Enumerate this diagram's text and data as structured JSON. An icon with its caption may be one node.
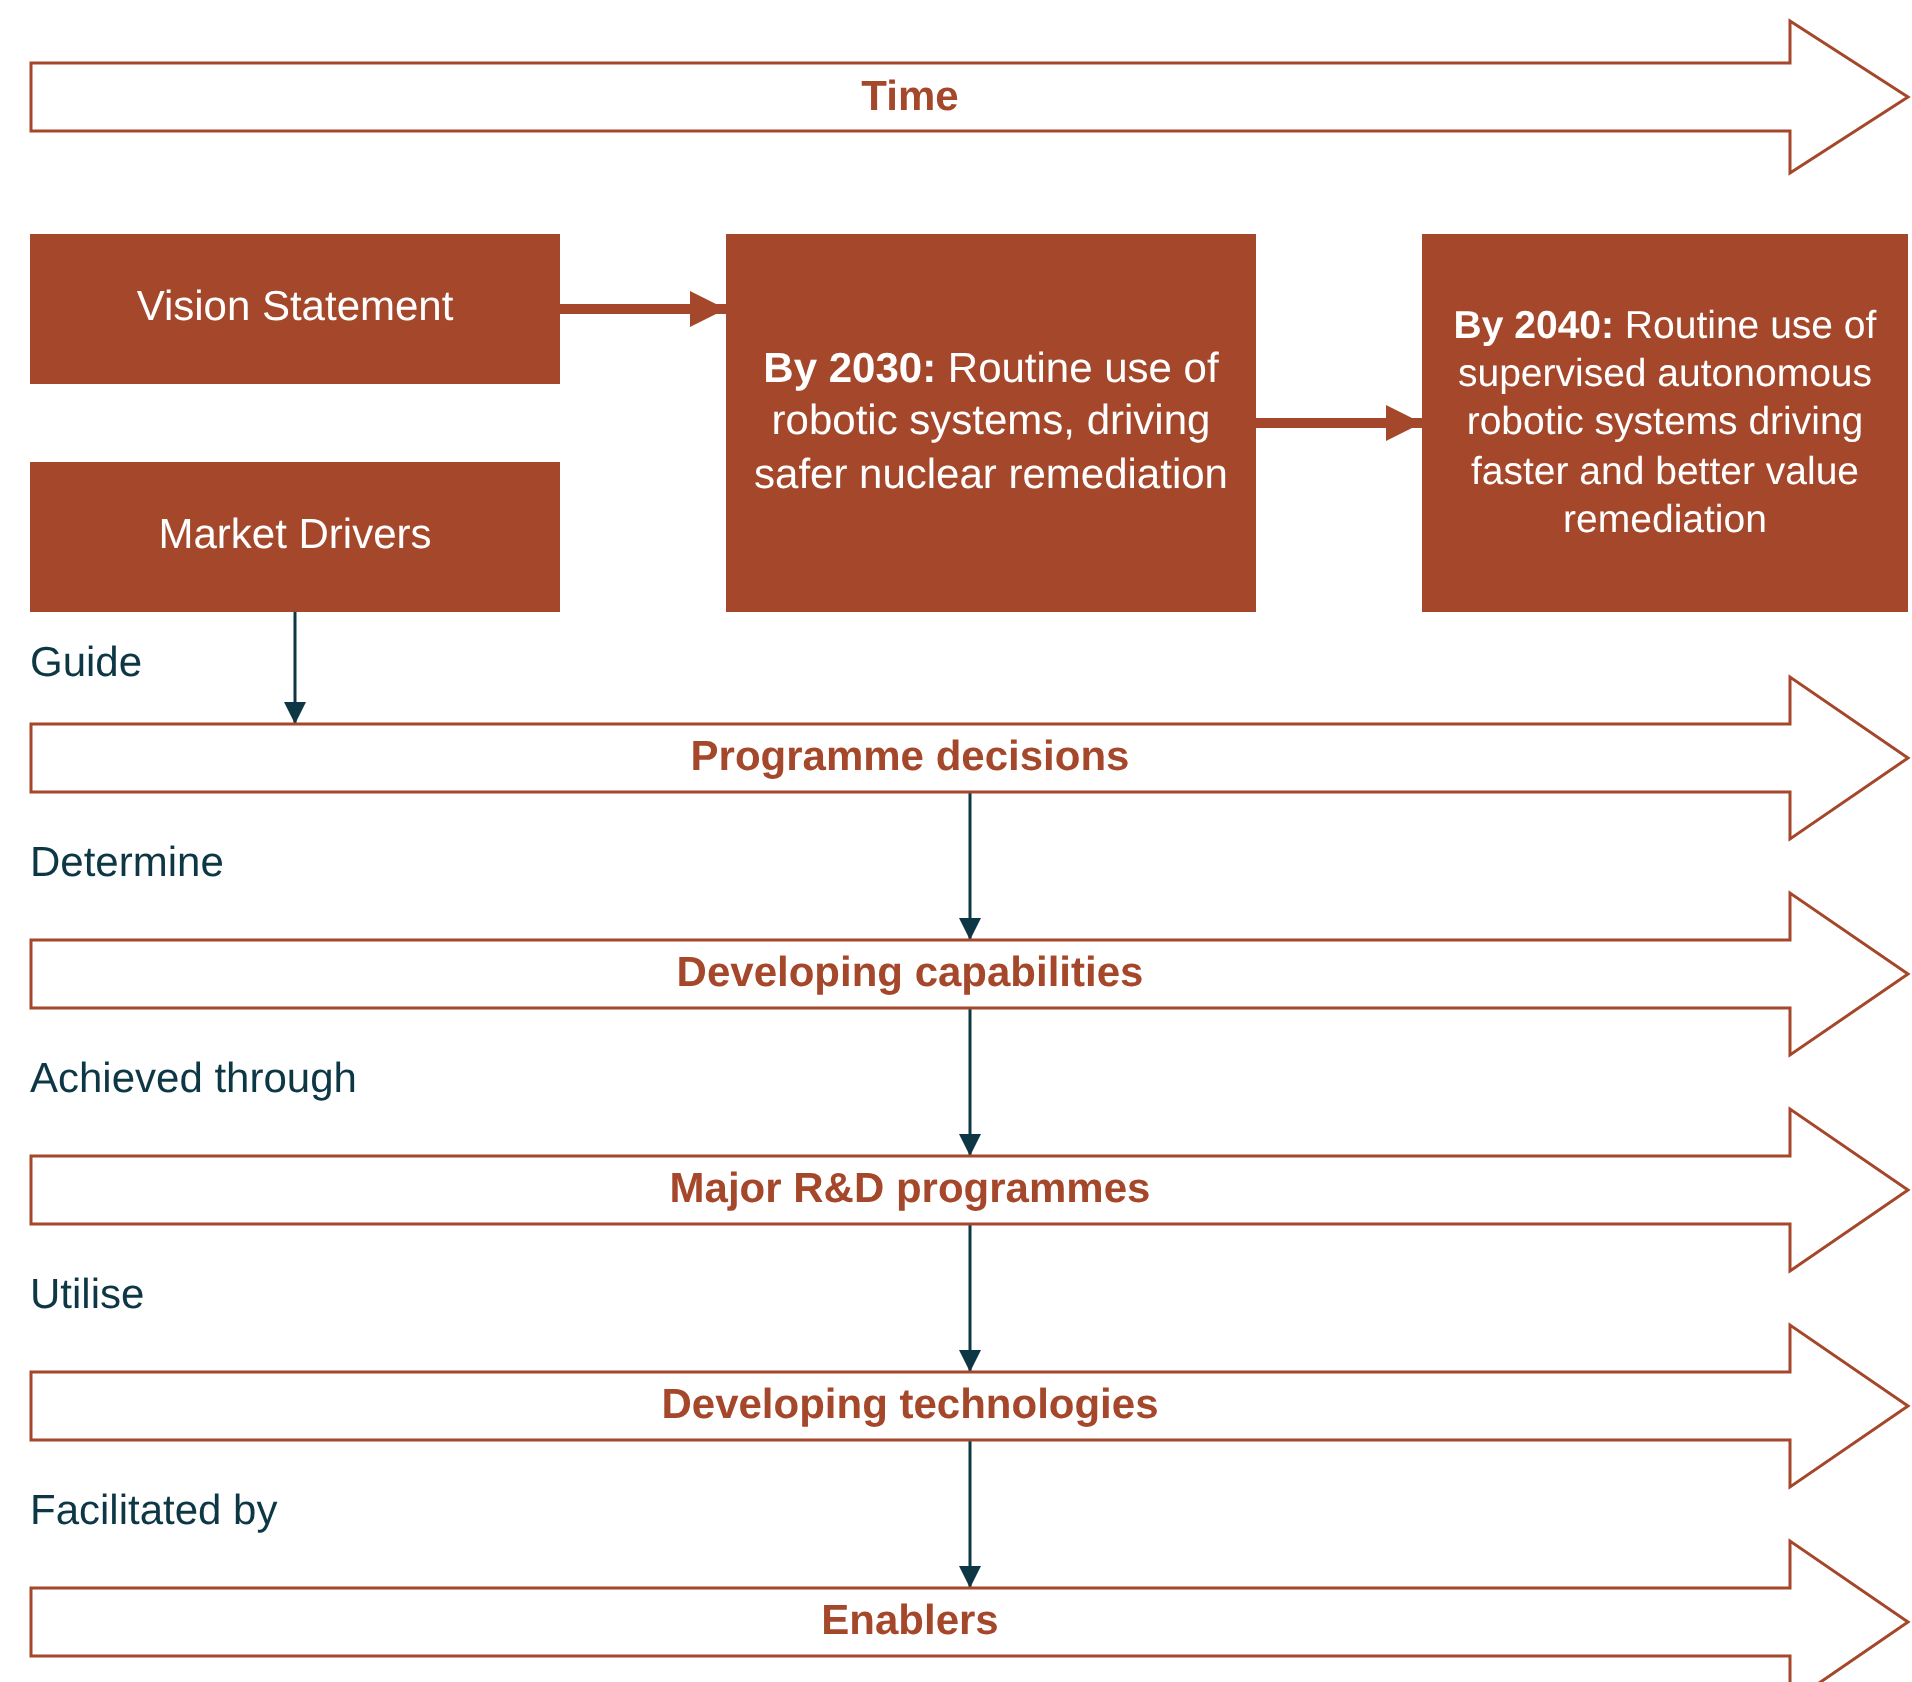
{
  "diagram": {
    "nodes": [
      {
        "text": [
          "Time"
        ]
      },
      {
        "text": [
          "Vision Statement"
        ]
      },
      {
        "text": [
          "**By 2030:** Routine use of robotic systems, driving safer nuclear remediation"
        ]
      },
      {
        "text": [
          "**By 2040:** Routine use of supervised autonomous robotic systems driving faster and better value remediation"
        ]
      },
      {
        "text": [
          "Market Drivers"
        ]
      },
      {
        "text": [
          "Programme decisions"
        ]
      },
      {
        "text": [
          "Developing capabilities"
        ]
      },
      {
        "text": [
          "Major R&D programmes"
        ]
      },
      {
        "text": [
          "Developing technologies"
        ]
      },
      {
        "text": [
          "Enablers"
        ]
      }
    ],
    "edges": [
      {
        "from": 1,
        "to": 2,
        "arrow": "to",
        "style": "thick",
        "color": "#a5472a"
      },
      {
        "from": 2,
        "to": 3,
        "arrow": "to",
        "style": "thick",
        "color": "#a5472a"
      },
      {
        "from": 4,
        "to": 5,
        "arrow": "to"
      },
      {
        "from": 5,
        "to": 6,
        "arrow": "to"
      },
      {
        "from": 6,
        "to": 7,
        "arrow": "to"
      },
      {
        "from": 7,
        "to": 8,
        "arrow": "to"
      },
      {
        "from": 8,
        "to": 9,
        "arrow": "to"
      }
    ],
    "labels": [
      "Guide",
      "Determine",
      "Achieved through",
      "Utilise",
      "Facilitated by"
    ]
  }
}
